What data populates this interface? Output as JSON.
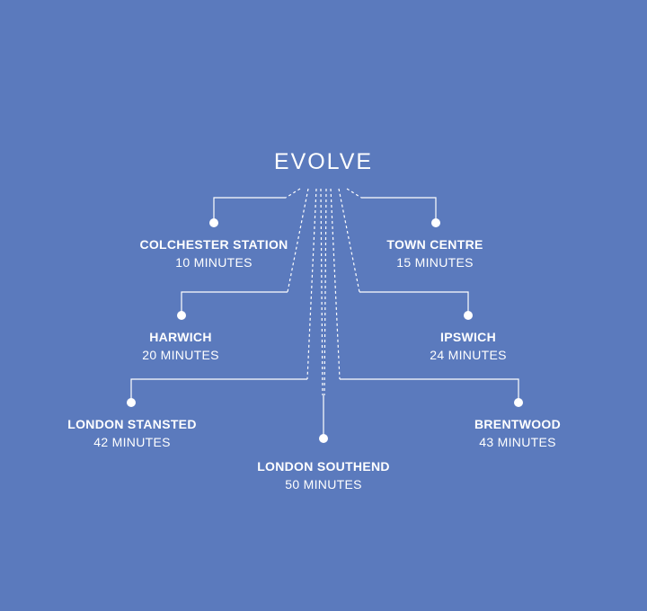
{
  "title": "EVOLVE",
  "colors": {
    "background": "#5b7abd",
    "foreground": "#ffffff"
  },
  "destinations": [
    {
      "name": "COLCHESTER STATION",
      "time": "10 MINUTES"
    },
    {
      "name": "TOWN CENTRE",
      "time": "15 MINUTES"
    },
    {
      "name": "HARWICH",
      "time": "20 MINUTES"
    },
    {
      "name": "IPSWICH",
      "time": "24 MINUTES"
    },
    {
      "name": "LONDON STANSTED",
      "time": "42 MINUTES"
    },
    {
      "name": "BRENTWOOD",
      "time": "43 MINUTES"
    },
    {
      "name": "LONDON SOUTHEND",
      "time": "50 MINUTES"
    }
  ]
}
